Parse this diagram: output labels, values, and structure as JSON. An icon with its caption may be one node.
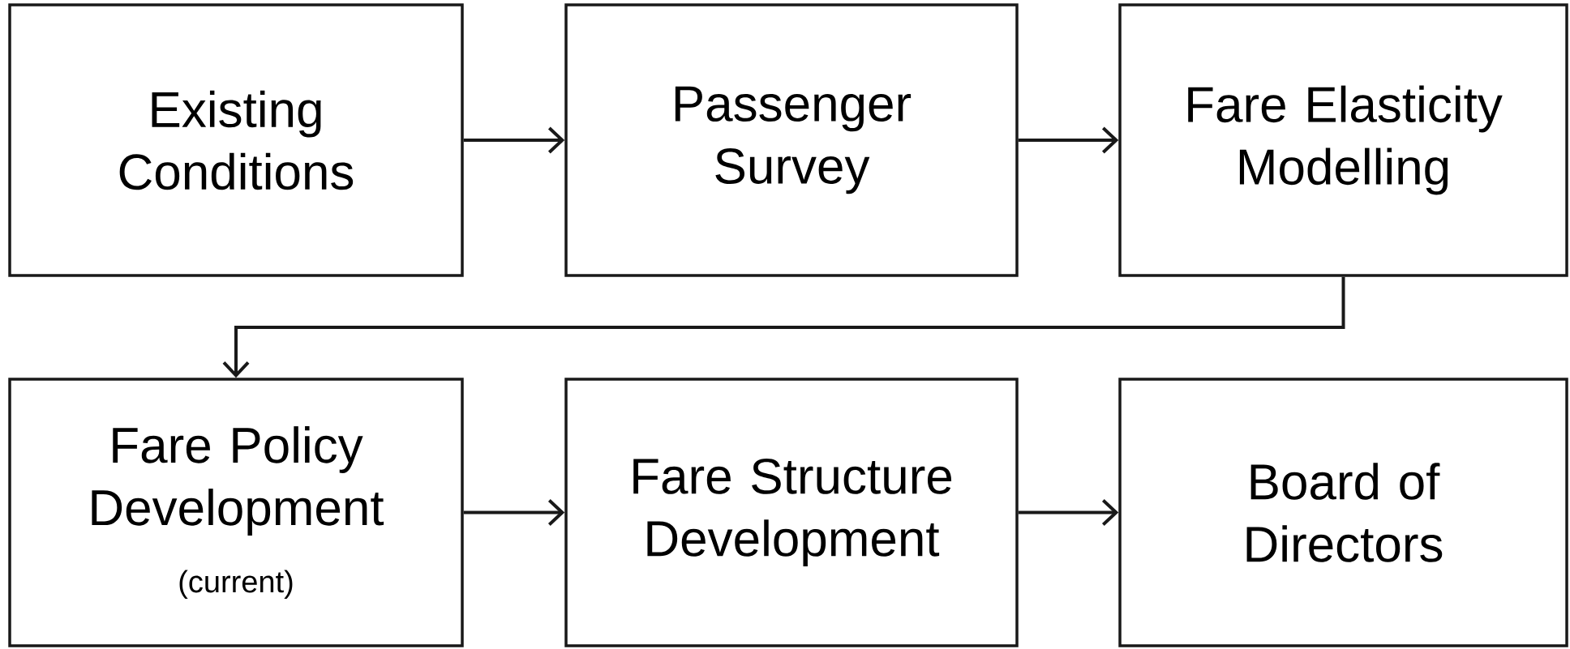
{
  "diagram": {
    "nodes": [
      {
        "text": [
          "Existing Conditions"
        ]
      },
      {
        "text": [
          "Passenger Survey"
        ]
      },
      {
        "text": [
          "Fare Elasticity Modelling"
        ]
      },
      {
        "text": [
          "Fare Policy Development",
          "(current)"
        ]
      },
      {
        "text": [
          "Fare Structure Development"
        ]
      },
      {
        "text": [
          "Board of Directors"
        ]
      }
    ],
    "edges": [
      {
        "from": 0,
        "to": 1,
        "arrow": "to"
      },
      {
        "from": 1,
        "to": 2,
        "arrow": "to"
      },
      {
        "from": 2,
        "to": 3,
        "arrow": "to"
      },
      {
        "from": 3,
        "to": 4,
        "arrow": "to"
      },
      {
        "from": 4,
        "to": 5,
        "arrow": "to"
      }
    ]
  }
}
